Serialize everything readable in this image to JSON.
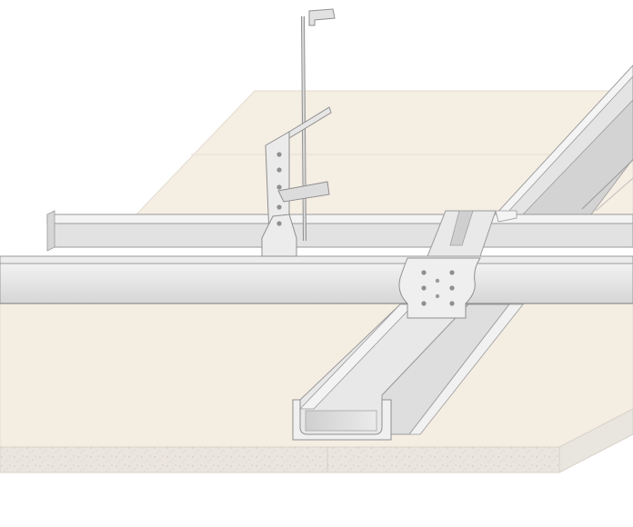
{
  "diagram": {
    "components": [
      {
        "id": "hanger-rod"
      },
      {
        "id": "suspension-clip"
      },
      {
        "id": "primary-channel"
      },
      {
        "id": "cross-channel"
      },
      {
        "id": "channel-connector"
      },
      {
        "id": "gypsum-board"
      }
    ]
  },
  "colors": {
    "board_top": "#f4ede2",
    "board_shadow": "#ece3d6",
    "board_edge": "#e8e4de",
    "steel_light": "#eeeeee",
    "steel_mid": "#d9d9d9",
    "steel_dark": "#c3c3c3",
    "outline": "#9a9a9a",
    "slot": "#8f8f8f"
  }
}
